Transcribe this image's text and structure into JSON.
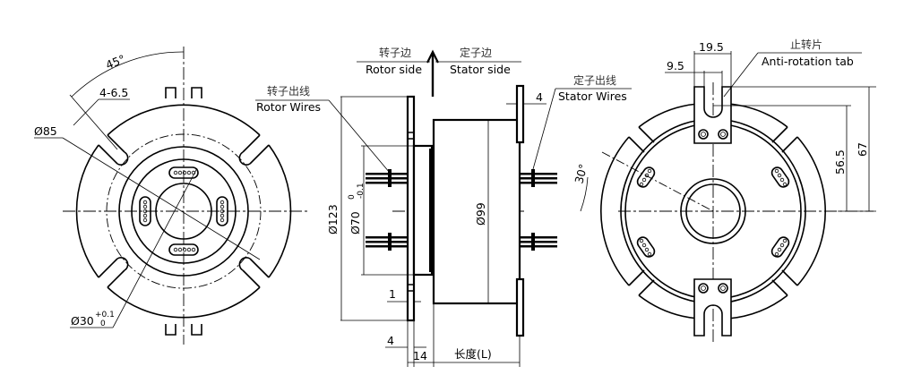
{
  "drawing": {
    "title": "Slip ring mechanical drawing",
    "views": {
      "left_view": {
        "angle_label": "45°",
        "slot_label": "4-6.5",
        "outer_dia_label": "Ø85",
        "bore_label": "Ø30",
        "bore_tol_upper": "+0.1",
        "bore_tol_lower": "0"
      },
      "side_view": {
        "rotor_side_cn": "转子边",
        "rotor_side_en": "Rotor side",
        "stator_side_cn": "定子边",
        "stator_side_en": "Stator side",
        "rotor_wires_cn": "转子出线",
        "rotor_wires_en": "Rotor Wires",
        "stator_wires_cn": "定子出线",
        "stator_wires_en": "Stator Wires",
        "flange_dia_label": "Ø123",
        "pilot_dia_label": "Ø70",
        "pilot_tol_upper": "0",
        "pilot_tol_lower": "-0.1",
        "body_dia_label": "Ø99",
        "stator_flange_thk": "4",
        "rotor_gap": "1",
        "rotor_flange_thk": "4",
        "rotor_len": "14",
        "length_label": "长度(L)"
      },
      "right_view": {
        "tab_cn": "止转片",
        "tab_en": "Anti-rotation tab",
        "tab_width": "19.5",
        "slot_width": "9.5",
        "slot_center_dist": "56.5",
        "tab_end_dist": "67",
        "angle_label": "30°"
      }
    }
  }
}
